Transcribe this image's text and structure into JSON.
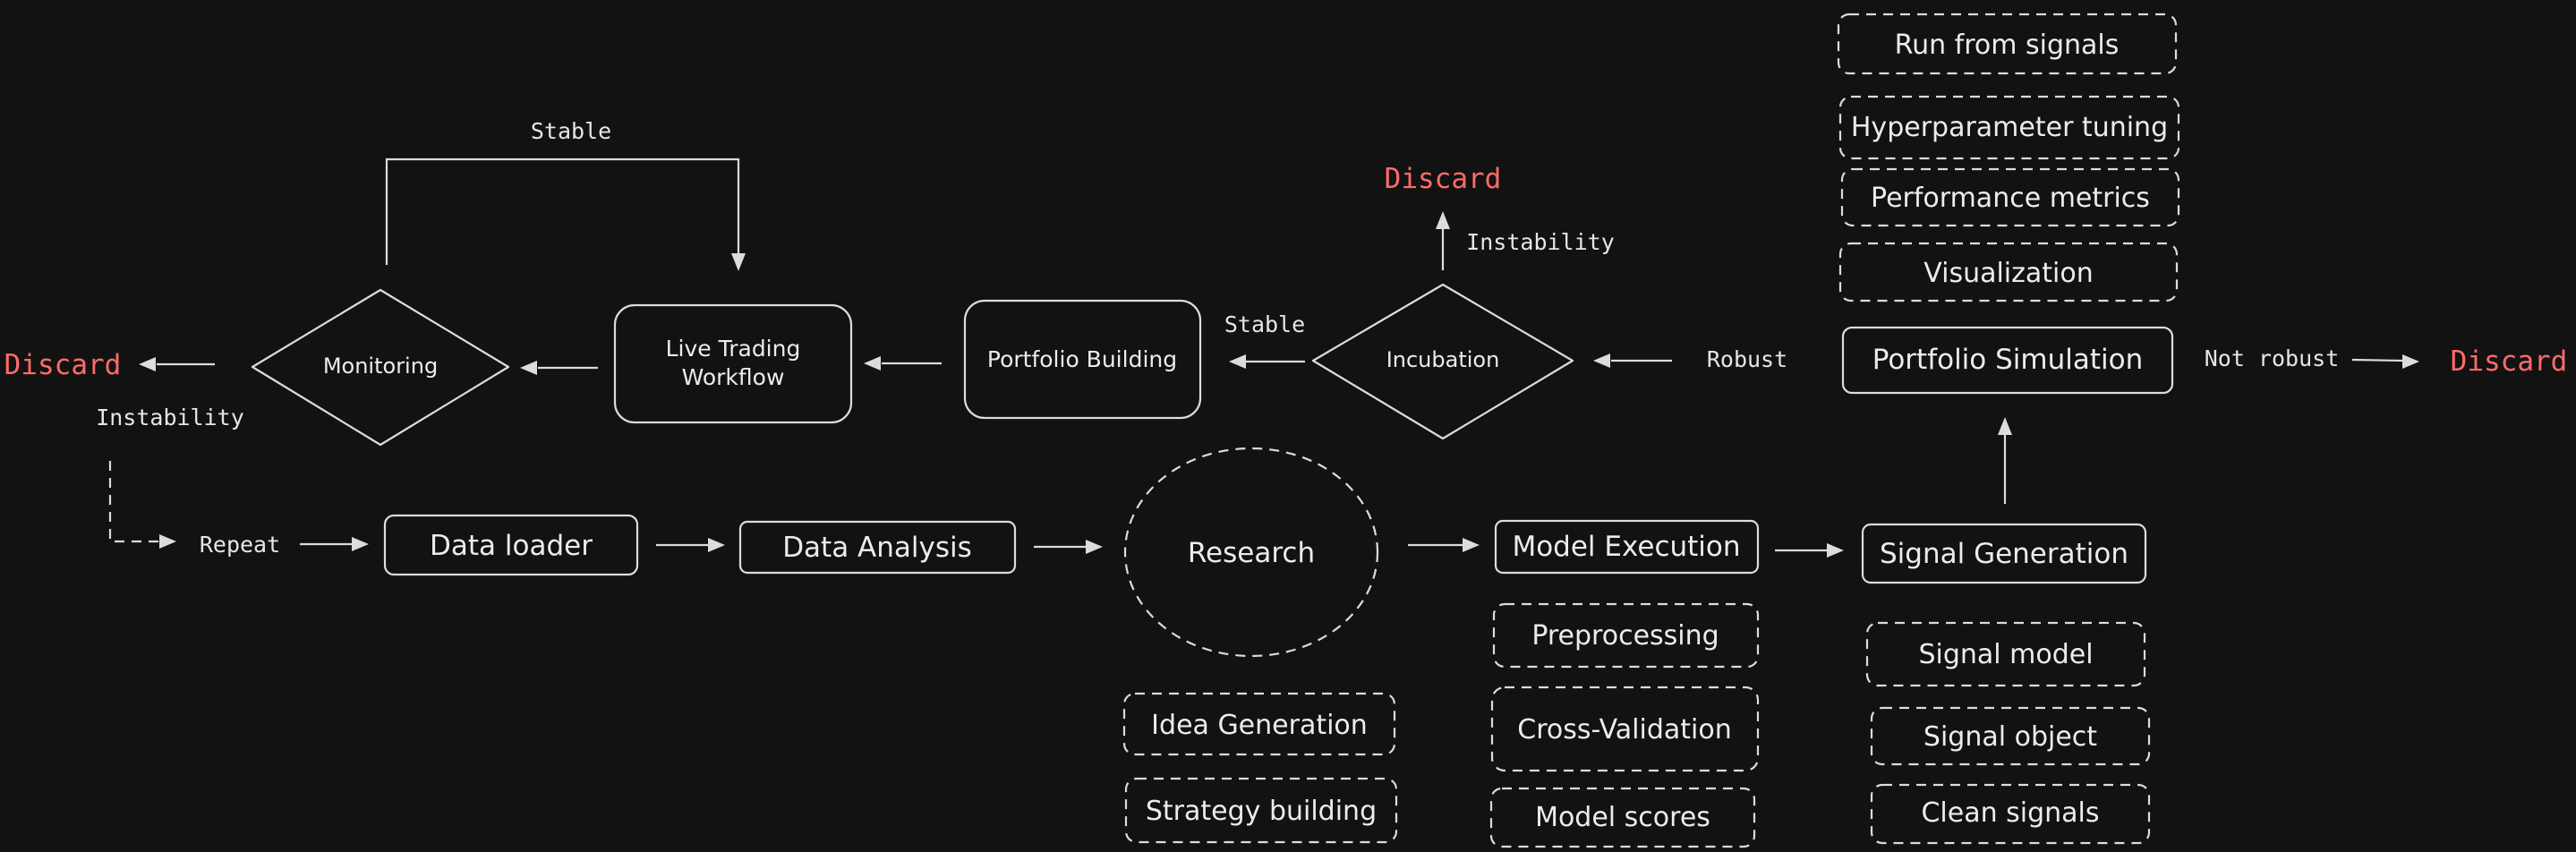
{
  "colors": {
    "background": "#121212",
    "stroke": "#dcdcdc",
    "text": "#ececec",
    "discard": "#ff6b6b"
  },
  "main_flow": {
    "repeat": "Repeat",
    "data_loader": "Data loader",
    "data_analysis": "Data Analysis",
    "research": "Research",
    "model_execution": "Model Execution",
    "signal_generation": "Signal Generation"
  },
  "research_items": [
    "Idea Generation",
    "Strategy building"
  ],
  "model_items": [
    "Preprocessing",
    "Cross-Validation",
    "Model scores"
  ],
  "signal_items": [
    "Signal model",
    "Signal object",
    "Clean signals"
  ],
  "simulation": {
    "label": "Portfolio Simulation",
    "items": [
      "Run from signals",
      "Hyperparameter tuning",
      "Performance metrics",
      "Visualization"
    ],
    "not_robust": "Not robust",
    "robust": "Robust"
  },
  "upper_flow": {
    "incubation": "Incubation",
    "stable_right": "Stable",
    "instability_top": "Instability",
    "portfolio_building": "Portfolio Building",
    "live_trading_line1": "Live Trading",
    "live_trading_line2": "Workflow",
    "monitoring": "Monitoring",
    "stable_top": "Stable",
    "instability_left": "Instability"
  },
  "discard": {
    "left": "Discard",
    "top": "Discard",
    "right": "Discard"
  }
}
